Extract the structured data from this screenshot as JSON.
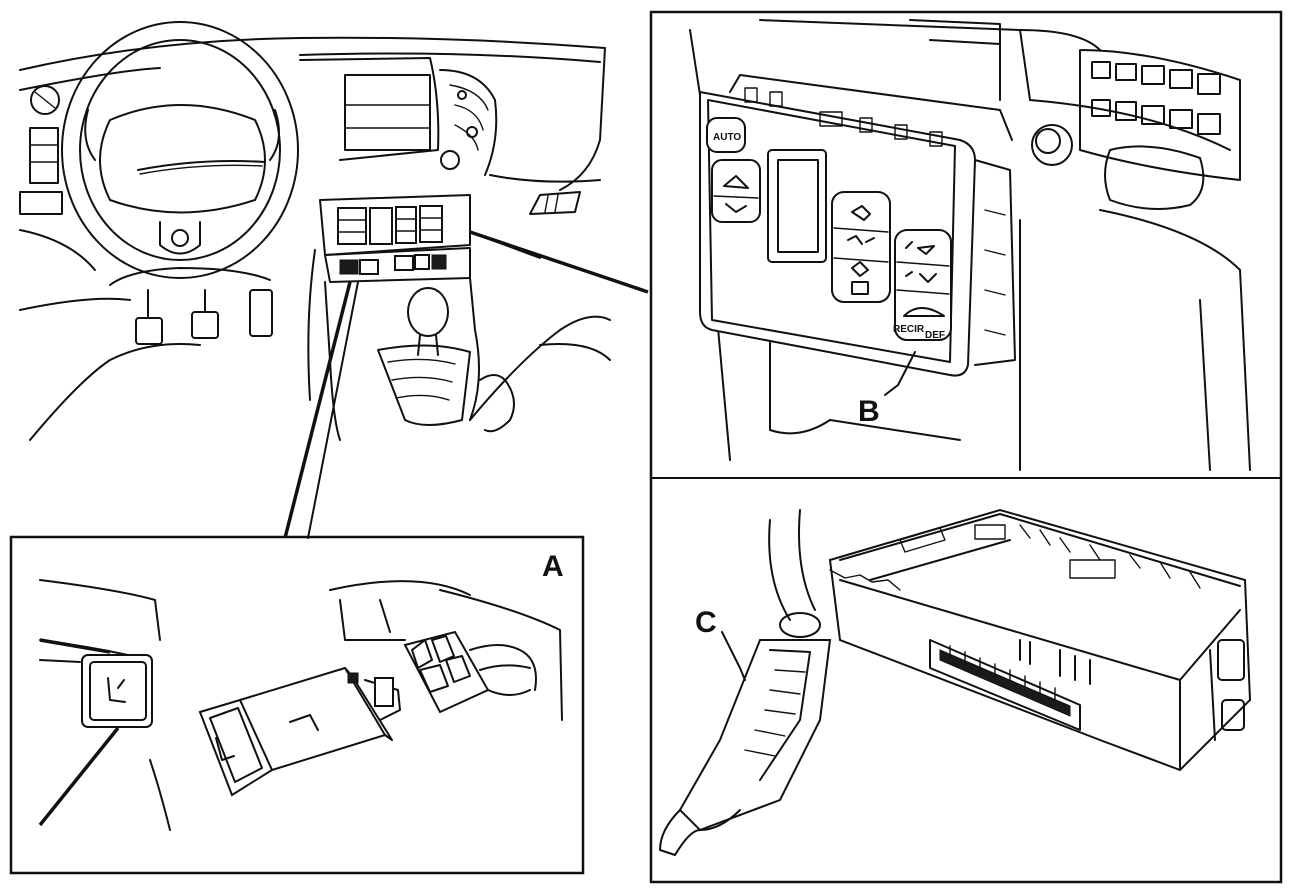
{
  "callouts": {
    "a": "A",
    "b": "B",
    "c": "C"
  },
  "panel_b_buttons": {
    "auto": "AUTO",
    "recirc": "RECIR",
    "defrost": "DEF"
  }
}
